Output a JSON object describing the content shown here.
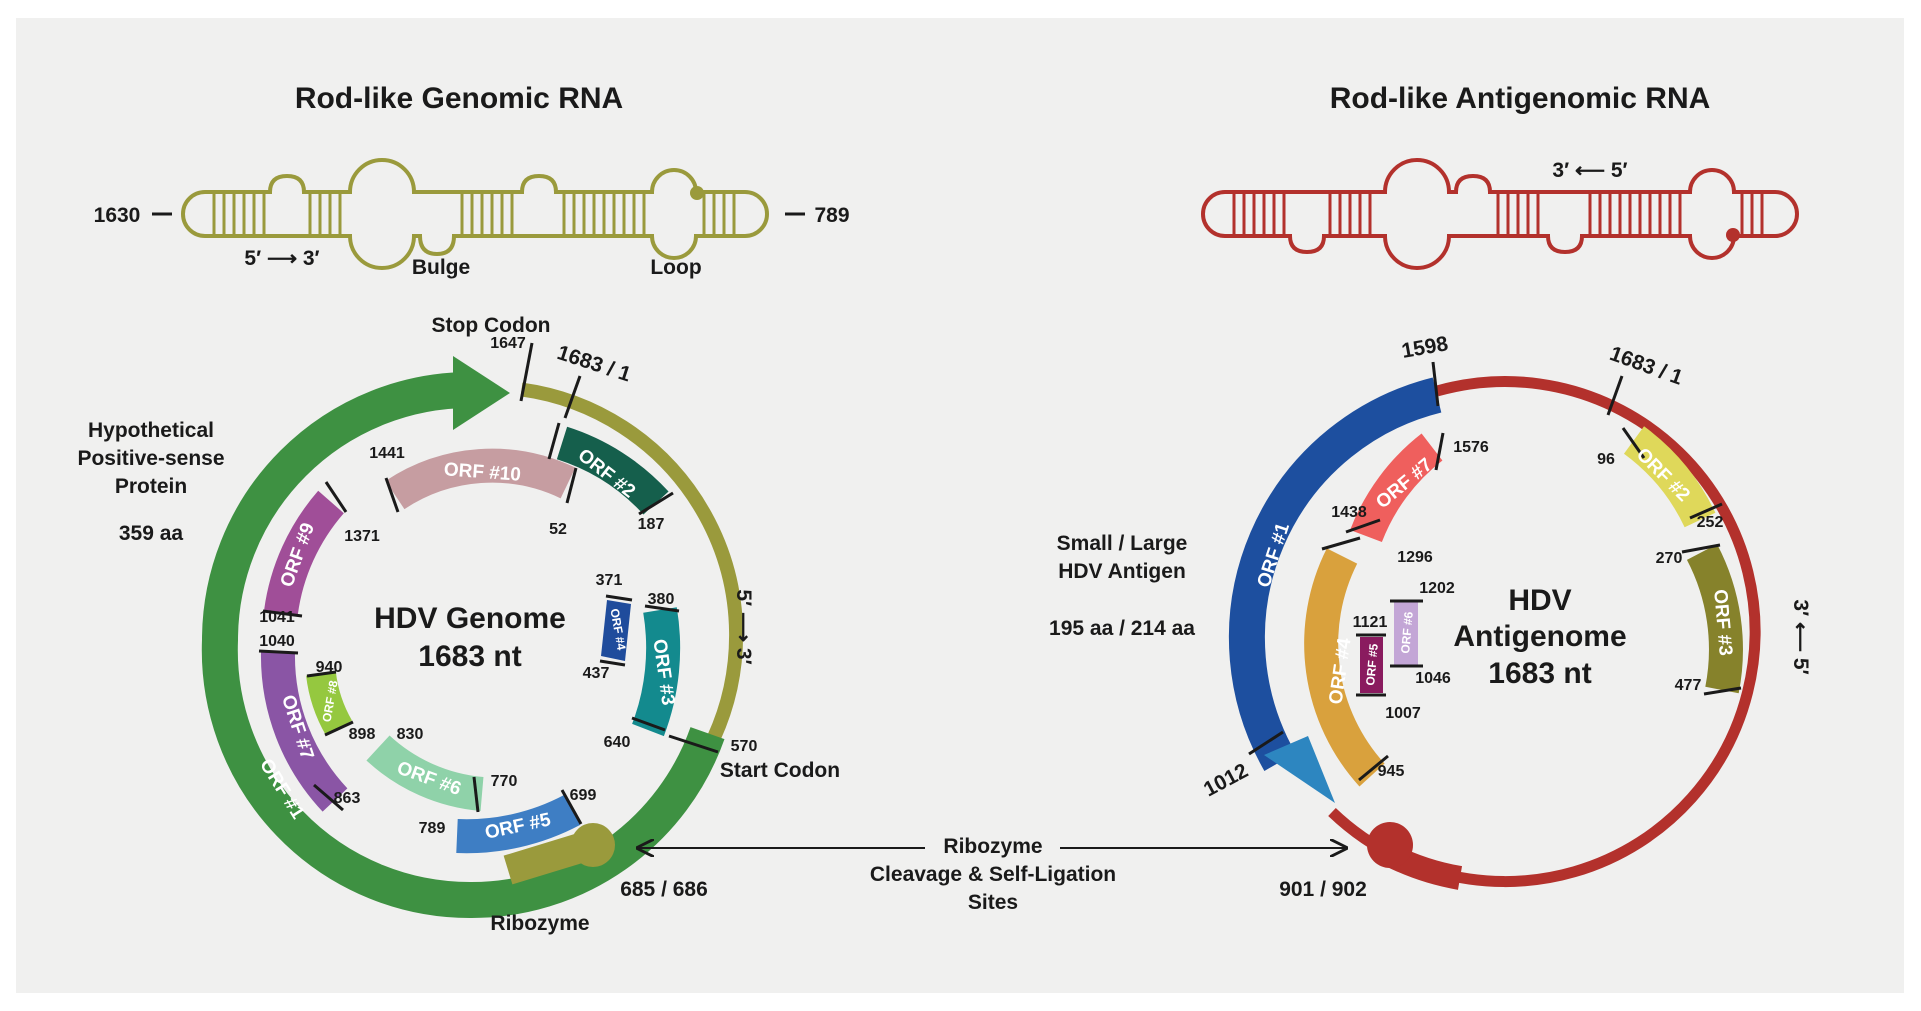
{
  "titles": {
    "genomic": "Rod-like Genomic RNA",
    "antigenomic": "Rod-like Antigenomic RNA"
  },
  "rod_genomic": {
    "left_end": "1630",
    "right_end": "789",
    "direction": "5′ ⟶ 3′",
    "bulge": "Bulge",
    "loop": "Loop"
  },
  "rod_antigenomic": {
    "direction": "3′ ⟵ 5′"
  },
  "genome": {
    "center_title": "HDV Genome",
    "center_length": "1683 nt",
    "stop_codon": "Stop Codon",
    "start_codon": "Start Codon",
    "ribozyme": "Ribozyme",
    "direction_label": "5′ ⟶ 3′",
    "positive_sense": {
      "line1": "Hypothetical",
      "line2": "Positive-sense",
      "line3": "Protein",
      "size": "359 aa"
    },
    "positions": {
      "p1647": "1647",
      "p1683": "1683 / 1",
      "p1441": "1441",
      "p52": "52",
      "p187": "187",
      "p1371": "1371",
      "p1041": "1041",
      "p1040": "1040",
      "p940": "940",
      "p898": "898",
      "p863": "863",
      "p830": "830",
      "p770": "770",
      "p789": "789",
      "p699": "699",
      "p371": "371",
      "p437": "437",
      "p380": "380",
      "p640": "640",
      "p570": "570",
      "p685": "685 / 686"
    },
    "orfs": {
      "orf1": "ORF #1",
      "orf2": "ORF #2",
      "orf3": "ORF #3",
      "orf4": "ORF #4",
      "orf5": "ORF #5",
      "orf6": "ORF #6",
      "orf7": "ORF #7",
      "orf8": "ORF #8",
      "orf9": "ORF #9",
      "orf10": "ORF #10"
    }
  },
  "antigenome": {
    "center_line1": "HDV",
    "center_line2": "Antigenome",
    "center_line3": "1683 nt",
    "direction_label": "3′ ⟵ 5′",
    "antigen": {
      "line1": "Small / Large",
      "line2": "HDV Antigen",
      "size": "195 aa / 214 aa"
    },
    "positions": {
      "p1598": "1598",
      "p1683": "1683 / 1",
      "p1576": "1576",
      "p1438": "1438",
      "p96": "96",
      "p252": "252",
      "p1296": "1296",
      "p1202": "1202",
      "p1121": "1121",
      "p1046": "1046",
      "p1007": "1007",
      "p945": "945",
      "p270": "270",
      "p477": "477",
      "p1012": "1012",
      "p901": "901 / 902"
    },
    "orfs": {
      "orf1": "ORF #1",
      "orf2": "ORF #2",
      "orf3": "ORF #3",
      "orf4": "ORF #4",
      "orf5": "ORF #5",
      "orf6": "ORF #6",
      "orf7": "ORF #7"
    }
  },
  "ribozyme_sites": {
    "line1": "Ribozyme",
    "line2": "Cleavage & Self-Ligation",
    "line3": "Sites"
  },
  "colors": {
    "genome_ring": "#9a9a3c",
    "orf1_genome": "#3e9142",
    "antigenome_ring": "#b3312c",
    "antigen_blue": "#1d4f9f",
    "background": "#f0f0ef"
  }
}
